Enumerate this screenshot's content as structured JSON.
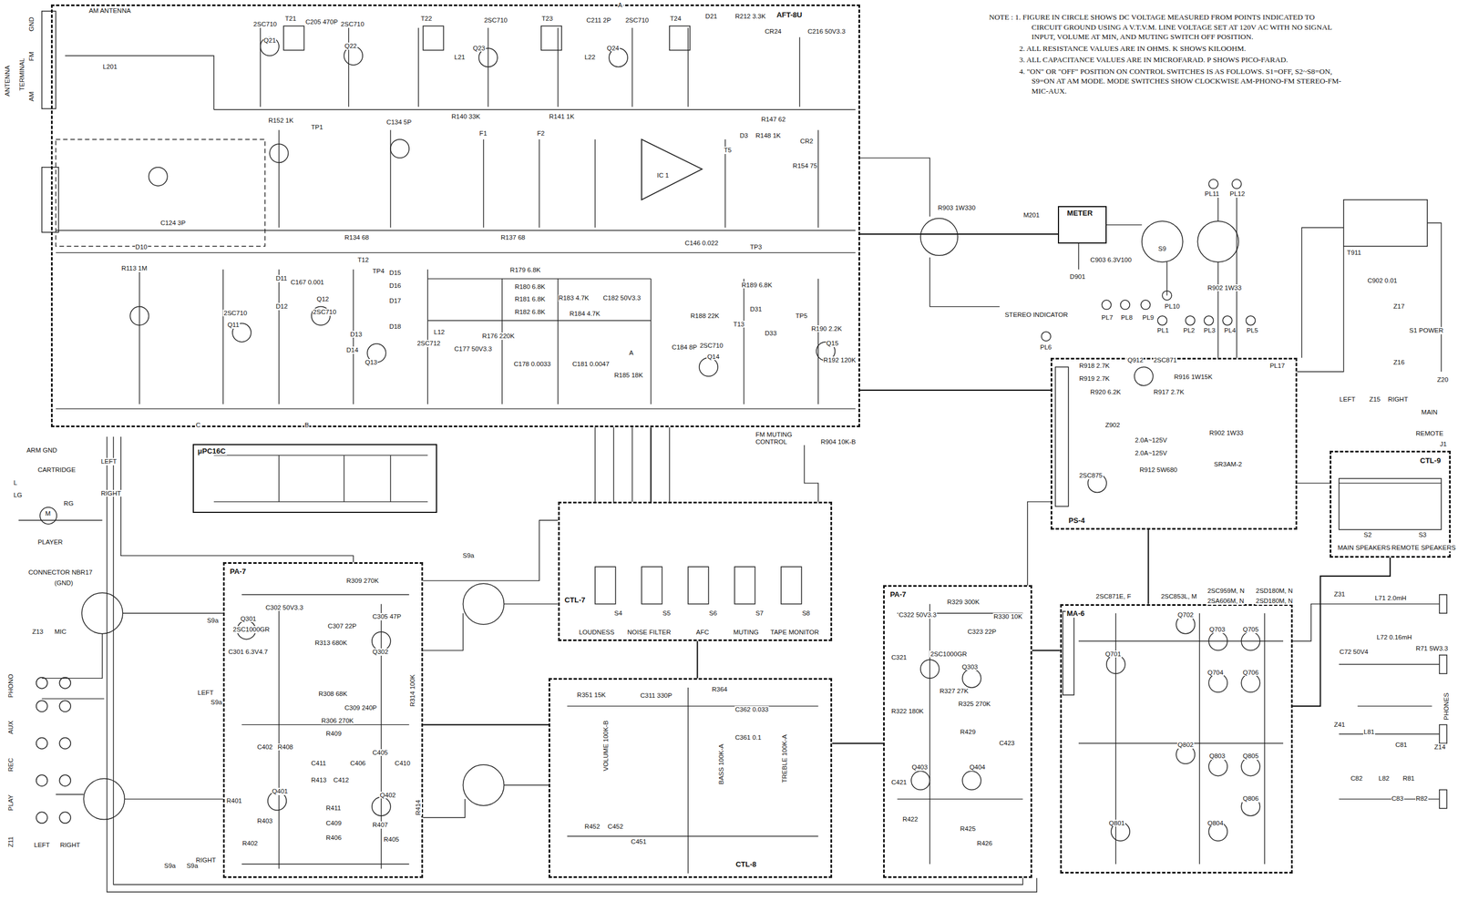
{
  "diagram": {
    "nodes": [
      {
        "text": [
          "AFT-8U"
        ]
      },
      {
        "text": [
          "METER"
        ]
      },
      {
        "text": [
          "PS-4"
        ]
      },
      {
        "text": [
          "μPC16C"
        ]
      },
      {
        "text": [
          "CTL-9"
        ]
      },
      {
        "text": [
          "CTL-7"
        ]
      },
      {
        "text": [
          "PA-7"
        ]
      },
      {
        "text": [
          "PA-7"
        ]
      },
      {
        "text": [
          "MA-6"
        ]
      },
      {
        "text": [
          "CTL-8"
        ]
      }
    ],
    "edges": [
      {
        "from": 0,
        "to": 5,
        "arrow": "none"
      },
      {
        "from": 5,
        "to": 9,
        "arrow": "none"
      },
      {
        "from": 6,
        "to": 9,
        "arrow": "none"
      },
      {
        "from": 9,
        "to": 7,
        "arrow": "none"
      },
      {
        "from": 7,
        "to": 8,
        "arrow": "none"
      },
      {
        "from": 2,
        "to": 8,
        "arrow": "none"
      },
      {
        "from": 8,
        "to": 4,
        "arrow": "none"
      },
      {
        "from": 0,
        "to": 2,
        "arrow": "none"
      },
      {
        "from": 1,
        "to": 0,
        "arrow": "none"
      }
    ],
    "labels": [
      "ANTENNA",
      "TERMINAL",
      "GND",
      "FM",
      "AM",
      "AM ANTENNA",
      "L201",
      "2SC710",
      "Q21",
      "T21",
      "C205 470P",
      "2SC710",
      "Q22",
      "T22",
      "L21",
      "2SC710",
      "Q23",
      "T23",
      "L22",
      "C211 2P",
      "2SC710",
      "Q24",
      "T24",
      "D21",
      "R212 3.3K",
      "CR24",
      "C216 50V3.3",
      "R152 1K",
      "TP1",
      "C134 5P",
      "R140 33K",
      "R141 1K",
      "R147 62",
      "IC 1",
      "F1",
      "F2",
      "T5",
      "D3",
      "R148 1K",
      "CR2",
      "R154 75",
      "C124 3P",
      "R134 68",
      "R137 68",
      "C146 0.022",
      "TP3",
      "D10",
      "R113 1M",
      "R179 6.8K",
      "R189 6.8K",
      "TP4",
      "T12",
      "D15",
      "D16",
      "D17",
      "D18",
      "C167 0.001",
      "D11",
      "D12",
      "2SC710",
      "Q11",
      "Q12",
      "2SC710",
      "R180 6.8K",
      "R181 6.8K",
      "R182 6.8K",
      "R183 4.7K",
      "R184 4.7K",
      "C182 50V3.3",
      "R188 22K",
      "T13",
      "D31",
      "TP5",
      "R190 2.2K",
      "Q15",
      "R192 120K",
      "D13",
      "D14",
      "Q13",
      "2SC712",
      "L12",
      "C177 50V3.3",
      "R176 220K",
      "C178 0.0033",
      "C181 0.0047",
      "R185 18K",
      "Q14",
      "2SC710",
      "C184 8P",
      "D33",
      "FM MUTING CONTROL",
      "R904 10K-B",
      "A",
      "B",
      "C",
      "A",
      "R903 1W330",
      "STEREO INDICATOR",
      "PL6",
      "M201",
      "D901",
      "C903 6.3V100",
      "S9",
      "PL7",
      "PL8",
      "PL9",
      "PL10",
      "PL11",
      "PL12",
      "PL1",
      "PL2",
      "PL3",
      "PL4",
      "PL5",
      "PL17",
      "R902 1W33",
      "T911",
      "C902 0.01",
      "Z17",
      "Z16",
      "S1 POWER",
      "MAIN",
      "REMOTE",
      "LEFT",
      "Z15",
      "RIGHT",
      "Z20",
      "J1",
      "MAIN SPEAKERS",
      "REMOTE SPEAKERS",
      "S2",
      "S3",
      "R918 2.7K",
      "Q912",
      "2SC871",
      "R919 2.7K",
      "R920 6.2K",
      "R916 1W15K",
      "R917 2.7K",
      "Z902",
      "2.0A~125V",
      "2.0A~125V",
      "2SC875",
      "R912 5W680",
      "SR3AM-2",
      "R902 1W33",
      "2SC871E, F",
      "2SC853L, M",
      "2SC959M, N",
      "2SA606M, N",
      "2SD180M, N",
      "2SD180M, N",
      "Q701",
      "Q702",
      "Q703",
      "Q705",
      "Q704",
      "Q706",
      "Q801",
      "Q802",
      "Q803",
      "Q805",
      "Q804",
      "Q806",
      "Z31",
      "L71 2.0mH",
      "L72 0.16mH",
      "C72 50V4",
      "R71 5W3.3",
      "PHONES",
      "Z14",
      "Z41",
      "L81",
      "C81",
      "C82",
      "L82",
      "R81",
      "C83",
      "R82",
      "ARM GND",
      "LEFT",
      "CARTRIDGE",
      "RIGHT",
      "L",
      "LG",
      "RG",
      "M",
      "PLAYER",
      "CONNECTOR NBR17",
      "(GND)",
      "Z13",
      "MIC",
      "PHONO",
      "AUX",
      "REC",
      "PLAY",
      "Z11",
      "LEFT",
      "RIGHT",
      "LEFT",
      "RIGHT",
      "R309 270K",
      "Q301",
      "2SC1000GR",
      "C302 50V3.3",
      "C301 6.3V4.7",
      "R313 680K",
      "C307 22P",
      "C305 47P",
      "Q302",
      "R308 68K",
      "C309 240P",
      "R306 270K",
      "R314 100K",
      "R409",
      "C402",
      "R408",
      "C405",
      "C406",
      "C411",
      "C410",
      "R413",
      "C412",
      "Q401",
      "Q402",
      "R401",
      "R411",
      "R414",
      "C409",
      "R403",
      "R407",
      "R406",
      "R402",
      "R405",
      "LOUDNESS",
      "NOISE FILTER",
      "AFC",
      "MUTING",
      "TAPE MONITOR",
      "S4",
      "S5",
      "S6",
      "S7",
      "S8",
      "R351 15K",
      "C311 330P",
      "VOLUME 100K-B",
      "R452",
      "C452",
      "C451",
      "R364",
      "C362 0.033",
      "C361 0.1",
      "BASS 100K-A",
      "TREBLE 100K-A",
      "R329 300K",
      "C322 50V3.3",
      "2SC1000GR",
      "Q303",
      "C323 22P",
      "R330 10K",
      "R327 27K",
      "R325 270K",
      "R322 180K",
      "C321",
      "R429",
      "Q403",
      "Q404",
      "C421",
      "C423",
      "R422",
      "R425",
      "R426",
      "S9a",
      "S9a",
      "S9a",
      "S9a",
      "S9a",
      "NOTE : 1. FIGURE IN CIRCLE SHOWS DC VOLTAGE MEASURED FROM POINTS INDICATED TO CIRCUIT GROUND USING A V.T.V.M. LINE VOLTAGE SET AT 120V AC WITH NO SIGNAL INPUT, VOLUME AT MIN, AND MUTING SWITCH OFF POSITION.",
      "2. ALL RESISTANCE VALUES ARE IN OHMS. K SHOWS KILOOHM.",
      "3. ALL CAPACITANCE VALUES ARE IN MICROFARAD. P SHOWS PICO-FARAD.",
      "4. \"ON\" OR \"OFF\" POSITION ON CONTROL SWITCHES IS AS FOLLOWS. S1=OFF, S2~S8=ON, S9=ON AT AM MODE. MODE SWITCHES SHOW CLOCKWISE AM-PHONO-FM STEREO-FM-MIC-AUX."
    ]
  }
}
